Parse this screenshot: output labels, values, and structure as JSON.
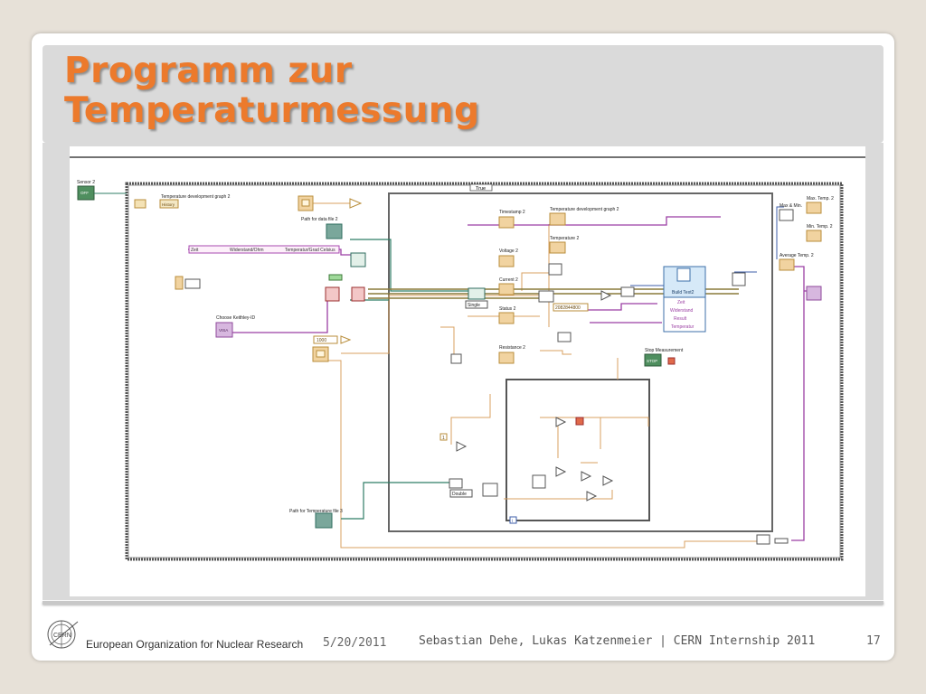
{
  "slide": {
    "title_line1": "Programm zur",
    "title_line2": "Temperaturmessung"
  },
  "footer": {
    "organization": "European Organization for Nuclear Research",
    "logo_text": "CERN",
    "date": "5/20/2011",
    "authors": "Sebastian Dehe, Lukas Katzenmeier | CERN Internship 2011",
    "page": "17"
  },
  "diagram": {
    "case_selector": "True",
    "labels": {
      "sensor": "Sensor 2",
      "sensor_value": "OFF",
      "temp_graph_left": "Temperature development graph 2",
      "history": "History",
      "path_data_file": "Path for data file 2",
      "header_zeit": "Zeit",
      "header_widerstand": "Widerstand/Ohm",
      "header_temperatur": "Temperatur/Grad Celsius",
      "choose_keithley": "Choose Keithley-ID",
      "visa": "VISA",
      "const_1000": "1000",
      "path_temp_file": "Path for Temperature file 3",
      "timestamp": "Timestamp 2",
      "temp_graph_right": "Temperature development graph 2",
      "voltage": "Voltage 2",
      "temperature": "Temperature 2",
      "current": "Current 2",
      "status": "Status 2",
      "resistance": "Resistance 2",
      "single": "Single",
      "double": "Double",
      "number_const": "2082844800",
      "build_text": "Build Text2",
      "bt_zeit": "Zeit",
      "bt_widerstand": "Widerstand",
      "bt_result": "Result",
      "bt_temperatur": "Temperatur",
      "stop_measurement": "Stop Measurement",
      "stop": "STOP",
      "max_min": "Max & Min.",
      "max_temp": "Max. Temp. 2",
      "min_temp": "Min. Temp. 2",
      "avg_temp": "Average Temp. 2",
      "i_terminal": "i",
      "one_const": "1"
    }
  }
}
